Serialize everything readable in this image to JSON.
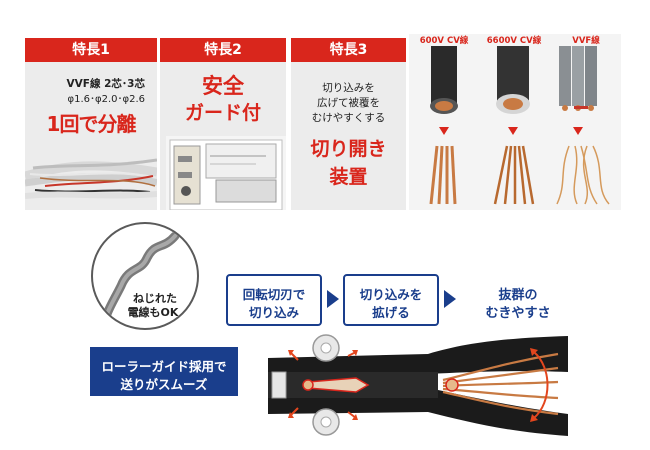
{
  "feature1": {
    "title": "特長1",
    "spec_line1": "VVF線 2芯･3芯",
    "spec_line2": "φ1.6･φ2.0･φ2.6",
    "headline": "1回で分離"
  },
  "feature2": {
    "title": "特長2",
    "headline_line1": "安全",
    "headline_line2": "ガード付"
  },
  "feature3": {
    "title": "特長3",
    "text_line1": "切り込みを",
    "text_line2": "広げて被覆を",
    "text_line3": "むけやすくする",
    "headline_line1": "切り開き",
    "headline_line2": "装置"
  },
  "cables": [
    {
      "label": "600V CV線"
    },
    {
      "label": "6600V CV線"
    },
    {
      "label": "VVF線"
    }
  ],
  "twisted": {
    "line1": "ねじれた",
    "line2": "電線もOK"
  },
  "roller": {
    "line1": "ローラーガイド採用で",
    "line2": "送りがスムーズ"
  },
  "process": {
    "step1_line1": "回転切刃で",
    "step1_line2": "切り込み",
    "step2_line1": "切り込みを",
    "step2_line2": "拡げる",
    "result_line1": "抜群の",
    "result_line2": "むきやすさ"
  },
  "colors": {
    "red": "#d9261c",
    "navy": "#1a3e8c",
    "panel_gray": "#ececec",
    "copper": "#c87a43"
  }
}
